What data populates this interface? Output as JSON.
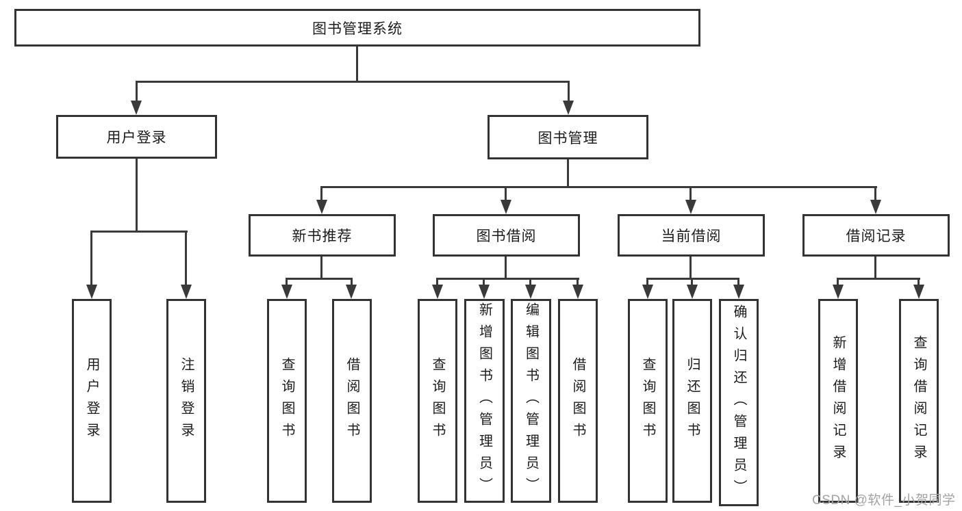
{
  "diagram_title": "图书管理系统",
  "tree": {
    "root": {
      "label": "图书管理系统"
    },
    "children": [
      {
        "label": "用户登录",
        "children": [
          {
            "label": "用户登录"
          },
          {
            "label": "注销登录"
          }
        ]
      },
      {
        "label": "图书管理",
        "children": [
          {
            "label": "新书推荐",
            "children": [
              {
                "label": "查询图书"
              },
              {
                "label": "借阅图书"
              }
            ]
          },
          {
            "label": "图书借阅",
            "children": [
              {
                "label": "查询图书"
              },
              {
                "label": "新增图书（管理员）"
              },
              {
                "label": "编辑图书（管理员）"
              },
              {
                "label": "借阅图书"
              }
            ]
          },
          {
            "label": "当前借阅",
            "children": [
              {
                "label": "查询图书"
              },
              {
                "label": "归还图书"
              },
              {
                "label": "确认归还（管理员）"
              }
            ]
          },
          {
            "label": "借阅记录",
            "children": [
              {
                "label": "新增借阅记录"
              },
              {
                "label": "查询借阅记录"
              }
            ]
          }
        ]
      }
    ]
  },
  "watermark": {
    "text": "CSDN @软件_小贺同学"
  },
  "colors": {
    "line": "#3a3a3a",
    "box_border": "#333333",
    "text": "#1c1c1c",
    "background": "#ffffff",
    "watermark": "#a3a3a3"
  }
}
